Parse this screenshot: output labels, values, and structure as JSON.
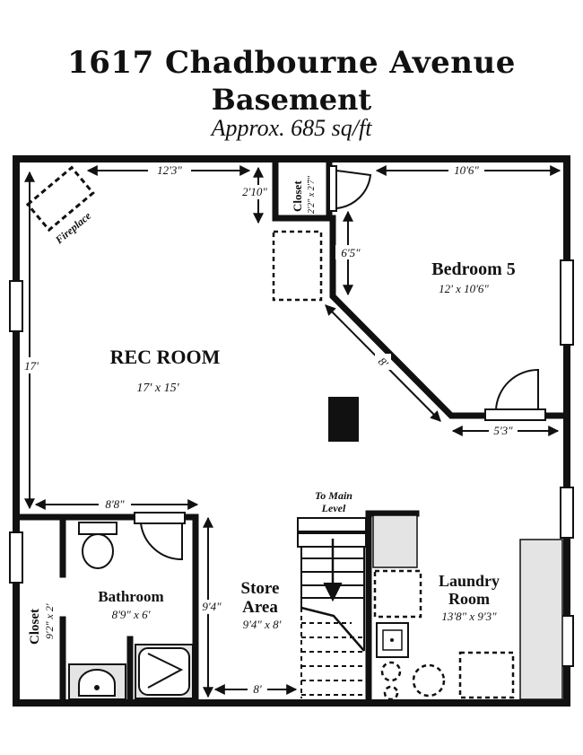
{
  "header": {
    "address": "1617 Chadbourne Avenue",
    "level": "Basement",
    "area": "Approx. 685 sq/ft"
  },
  "rooms": {
    "rec_room": {
      "name": "REC ROOM",
      "size": "17' x 15'"
    },
    "bedroom": {
      "name": "Bedroom 5",
      "size": "12' x 10'6\""
    },
    "bathroom": {
      "name": "Bathroom",
      "size": "8'9\" x 6'"
    },
    "store_area": {
      "name_line1": "Store",
      "name_line2": "Area",
      "size": "9'4\" x 8'"
    },
    "laundry": {
      "name_line1": "Laundry",
      "name_line2": "Room",
      "size": "13'8\" x 9'3\""
    },
    "closet_top": {
      "name": "Closet",
      "size": "2'2\" x 2'7\""
    },
    "closet_left": {
      "name": "Closet",
      "size": "9'2\" x 2'"
    }
  },
  "labels": {
    "fireplace": "Fireplace",
    "stairs_line1": "To Main",
    "stairs_line2": "Level"
  },
  "dimensions": {
    "rec_width": "12'3\"",
    "nook_depth": "2'10\"",
    "bedroom_width": "10'6\"",
    "bedroom_wall": "6'5\"",
    "rec_height": "17'",
    "diagonal": "8'",
    "bedroom_bottom": "5'3\"",
    "bath_width": "8'8\"",
    "store_height": "9'4\"",
    "store_width": "8'"
  }
}
